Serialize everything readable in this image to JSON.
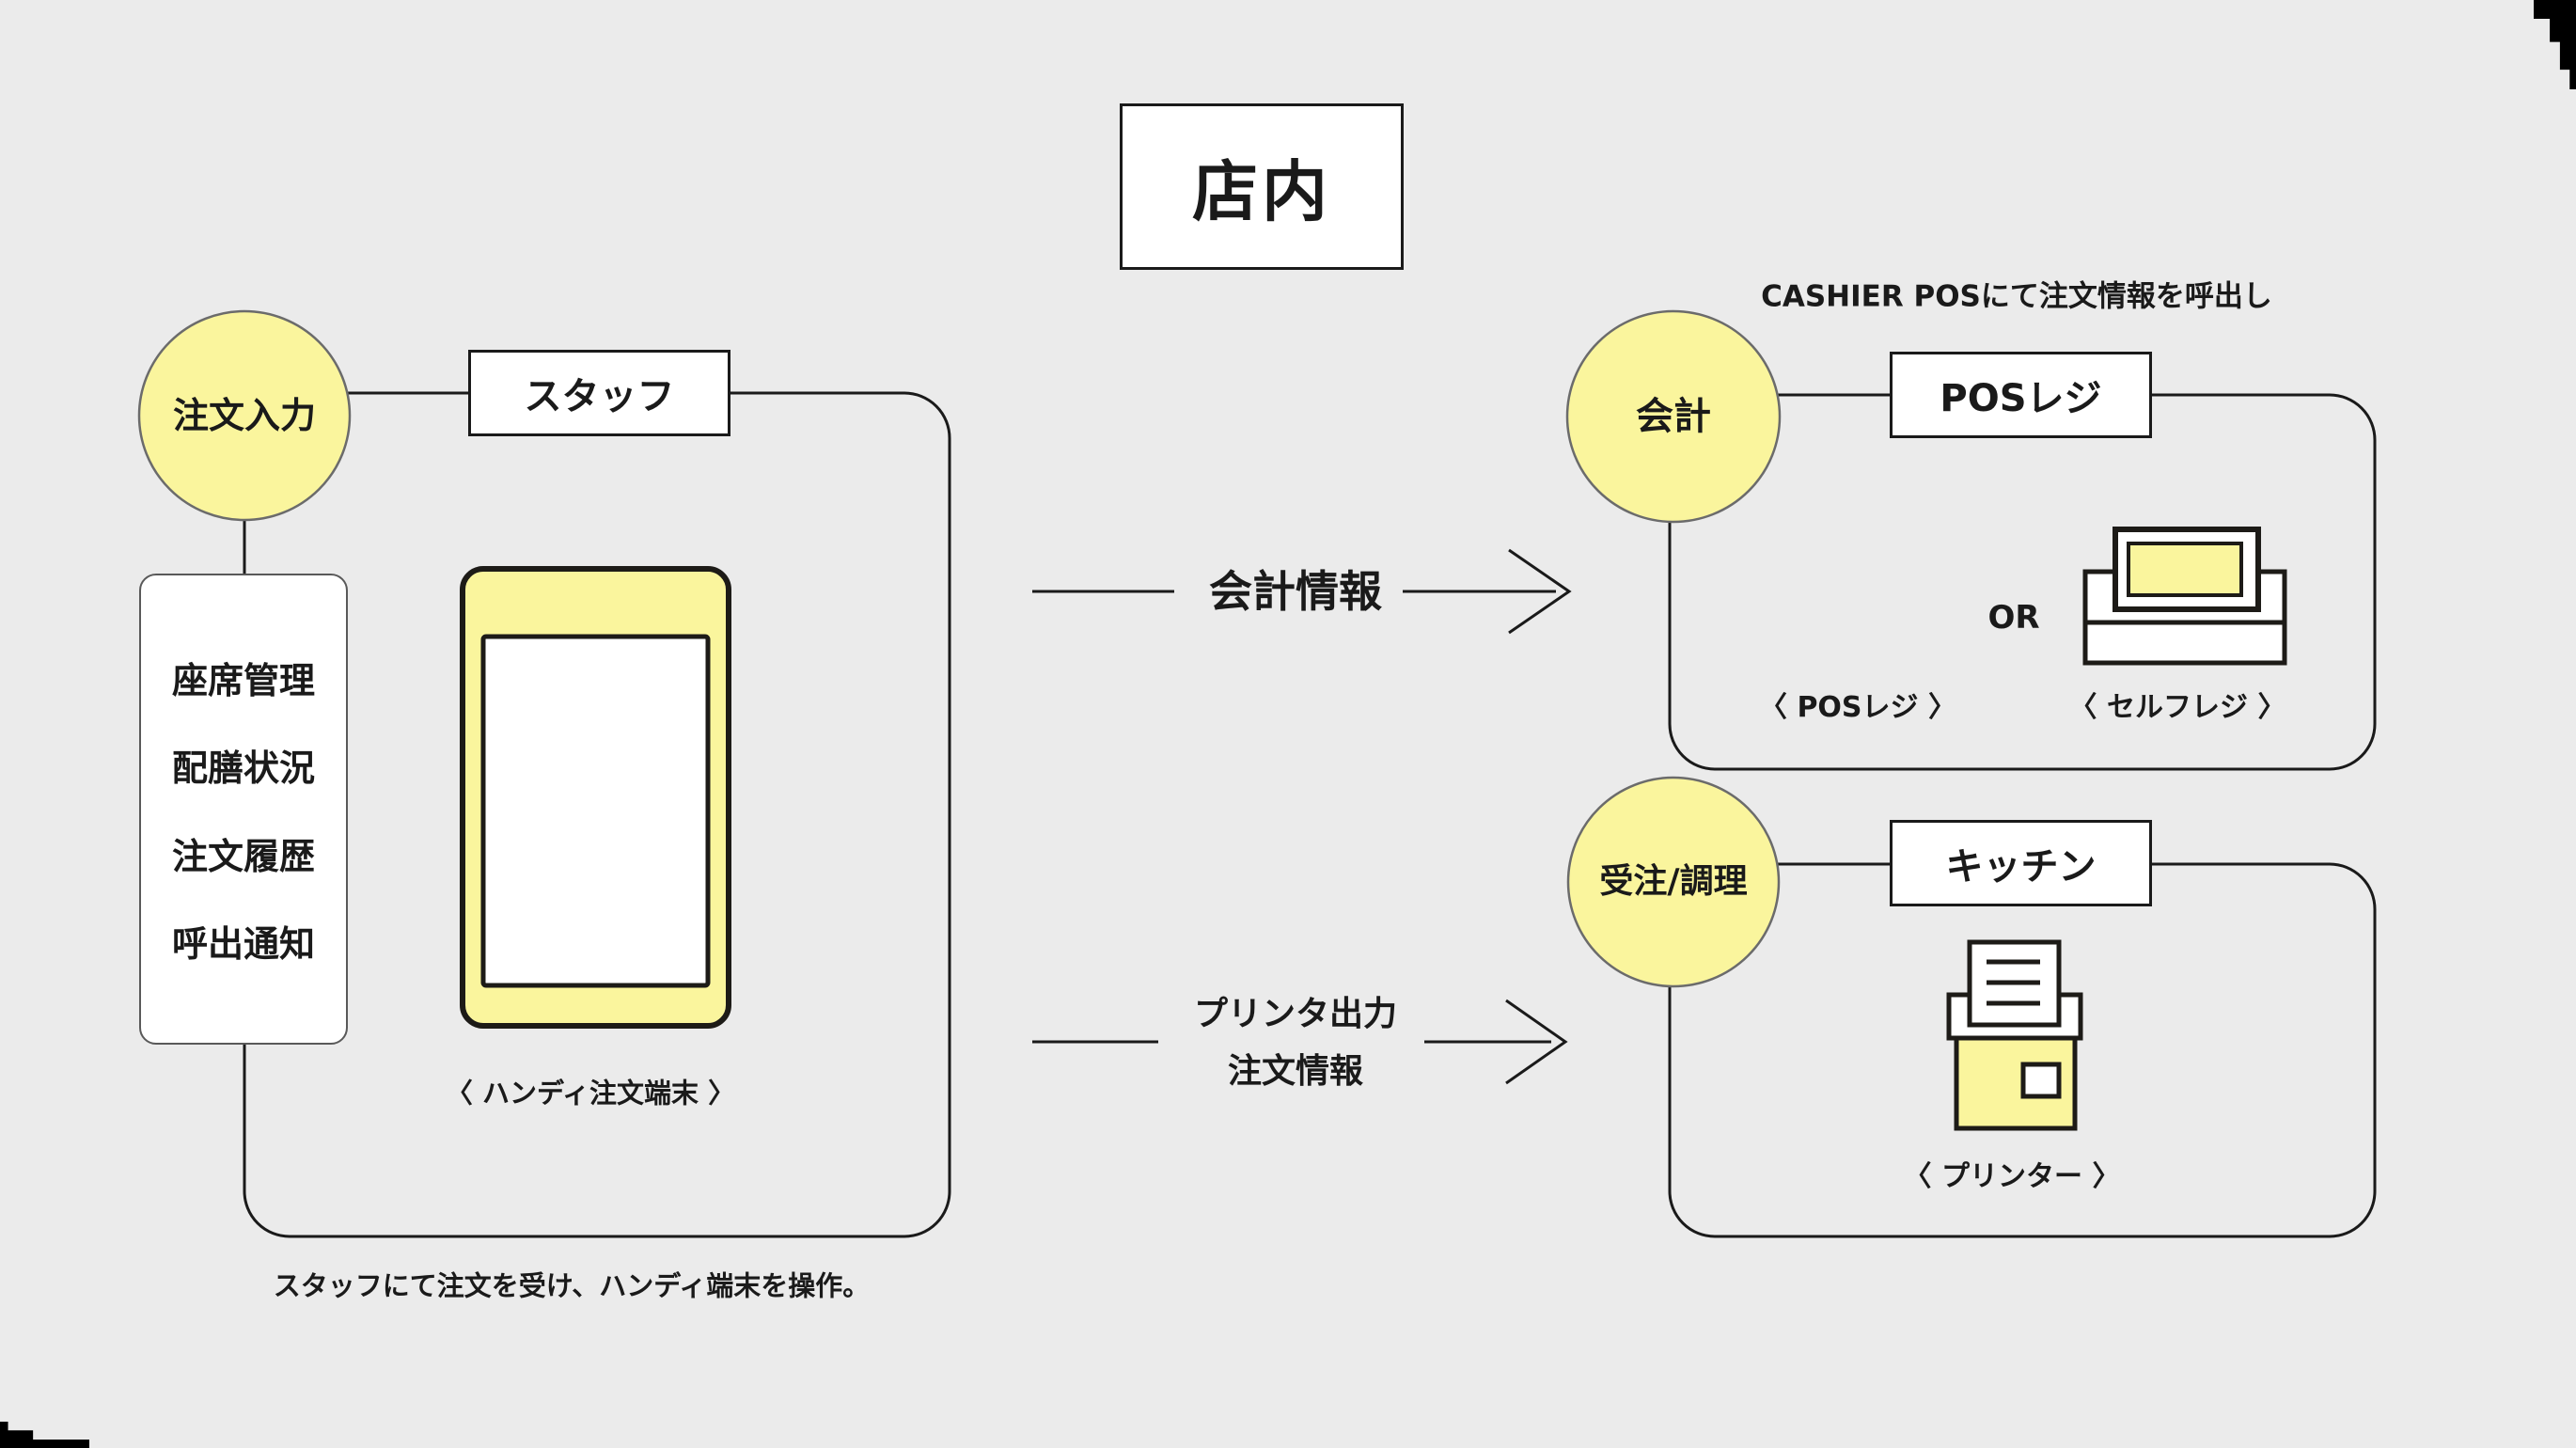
{
  "colors": {
    "background": "#ebebeb",
    "panel_fill": "#ffffff",
    "accent_yellow": "#faf59d",
    "outline_black": "#1a1a1a",
    "icon_ink": "#1d1b17",
    "circle_stroke": "#6b6b6b"
  },
  "title": {
    "label": "店内"
  },
  "order_section": {
    "circle_label": "注文入力",
    "actor_label": "スタッフ",
    "features": [
      "座席管理",
      "配膳状況",
      "注文履歴",
      "呼出通知"
    ],
    "device_caption": "〈 ハンディ注文端末 〉",
    "note": "スタッフにて注文を受け、ハンディ端末を操作。"
  },
  "flow_accounting": {
    "label": "会計情報"
  },
  "flow_printing": {
    "line1": "プリンタ出力",
    "line2": "注文情報"
  },
  "checkout_section": {
    "note": "CASHIER POSにて注文情報を呼出し",
    "circle_label": "会計",
    "actor_label": "POSレジ",
    "or_label": "OR",
    "pos_caption": "〈 POSレジ 〉",
    "self_caption": "〈 セルフレジ 〉"
  },
  "kitchen_section": {
    "circle_label": "受注/調理",
    "actor_label": "キッチン",
    "printer_caption": "〈 プリンター 〉"
  }
}
